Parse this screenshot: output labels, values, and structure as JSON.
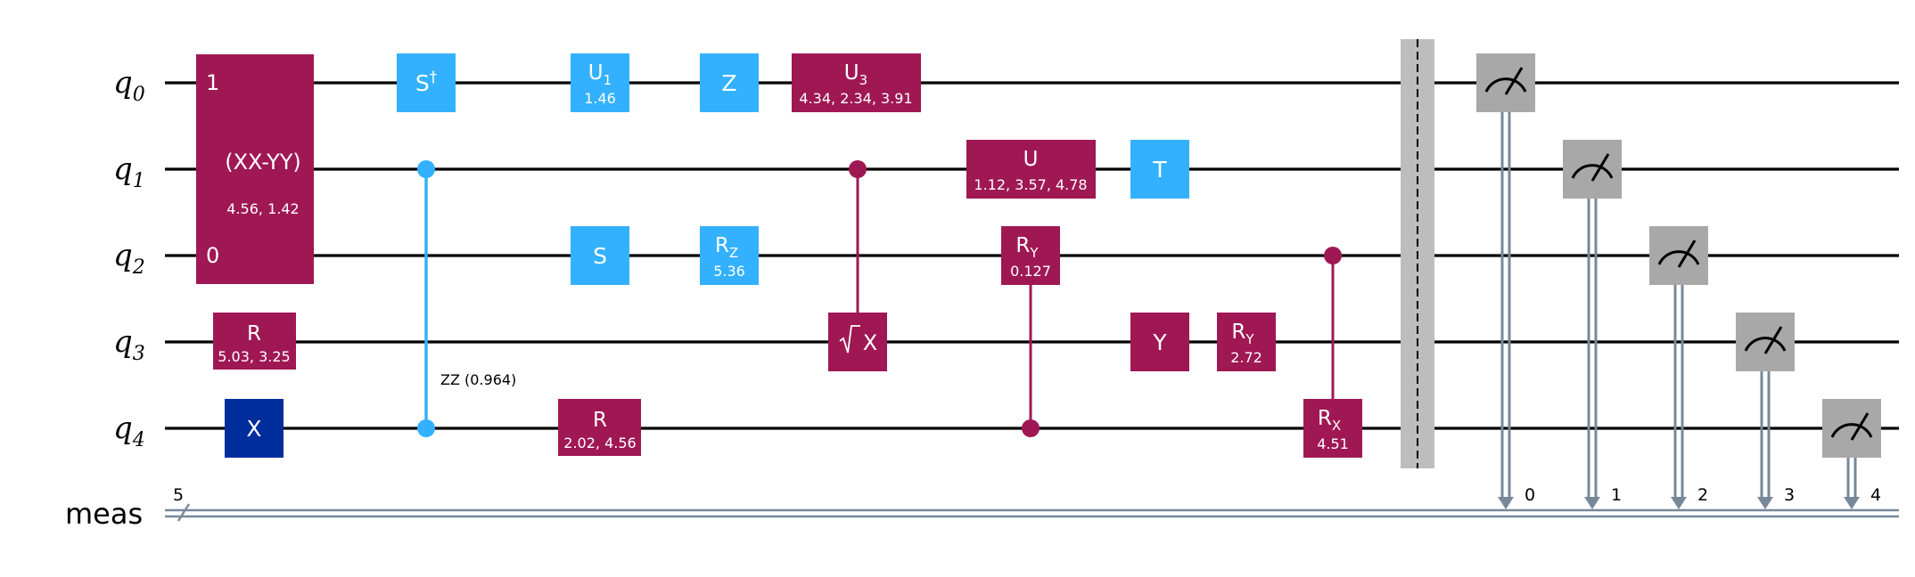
{
  "colors": {
    "wire": "#000000",
    "classical": "#778899",
    "gate_maroon": "#9f1853",
    "gate_cyan": "#33b1ff",
    "gate_navy": "#002d9c",
    "measure": "#a8a8a8",
    "barrier": "#bdbdbd",
    "text_light": "#ffffff",
    "text_dark": "#000000"
  },
  "qubits": [
    {
      "base": "q",
      "sub": "0"
    },
    {
      "base": "q",
      "sub": "1"
    },
    {
      "base": "q",
      "sub": "2"
    },
    {
      "base": "q",
      "sub": "3"
    },
    {
      "base": "q",
      "sub": "4"
    }
  ],
  "classical": {
    "label": "meas",
    "size": "5",
    "bits": [
      "0",
      "1",
      "2",
      "3",
      "4"
    ]
  },
  "xxyy_gate": {
    "name": "(XX-YY)",
    "params": "4.56, 1.42",
    "top_index": "1",
    "bottom_index": "0"
  },
  "gates": {
    "r_q3": {
      "name": "R",
      "params": "5.03, 3.25"
    },
    "x_q4": {
      "name": "X"
    },
    "sdg_q0": {
      "name": "S",
      "sup": "†"
    },
    "zz": {
      "label": "ZZ (0.964)"
    },
    "u1_q0": {
      "name": "U",
      "sub": "1",
      "params": "1.46"
    },
    "s_q2": {
      "name": "S"
    },
    "r_q4": {
      "name": "R",
      "params": "2.02, 4.56"
    },
    "z_q0": {
      "name": "Z"
    },
    "rz_q2": {
      "name": "R",
      "sub": "Z",
      "params": "5.36"
    },
    "u3_q0": {
      "name": "U",
      "sub": "3",
      "params": "4.34, 2.34, 3.91"
    },
    "sx_q3": {
      "name": "X",
      "radical": "√"
    },
    "u_q1": {
      "name": "U",
      "params": "1.12, 3.57, 4.78"
    },
    "ry_q2": {
      "name": "R",
      "sub": "Y",
      "params": "0.127"
    },
    "t_q1": {
      "name": "T"
    },
    "y_q3": {
      "name": "Y"
    },
    "ry_q3": {
      "name": "R",
      "sub": "Y",
      "params": "2.72"
    },
    "rx_q4": {
      "name": "R",
      "sub": "X",
      "params": "4.51"
    }
  }
}
